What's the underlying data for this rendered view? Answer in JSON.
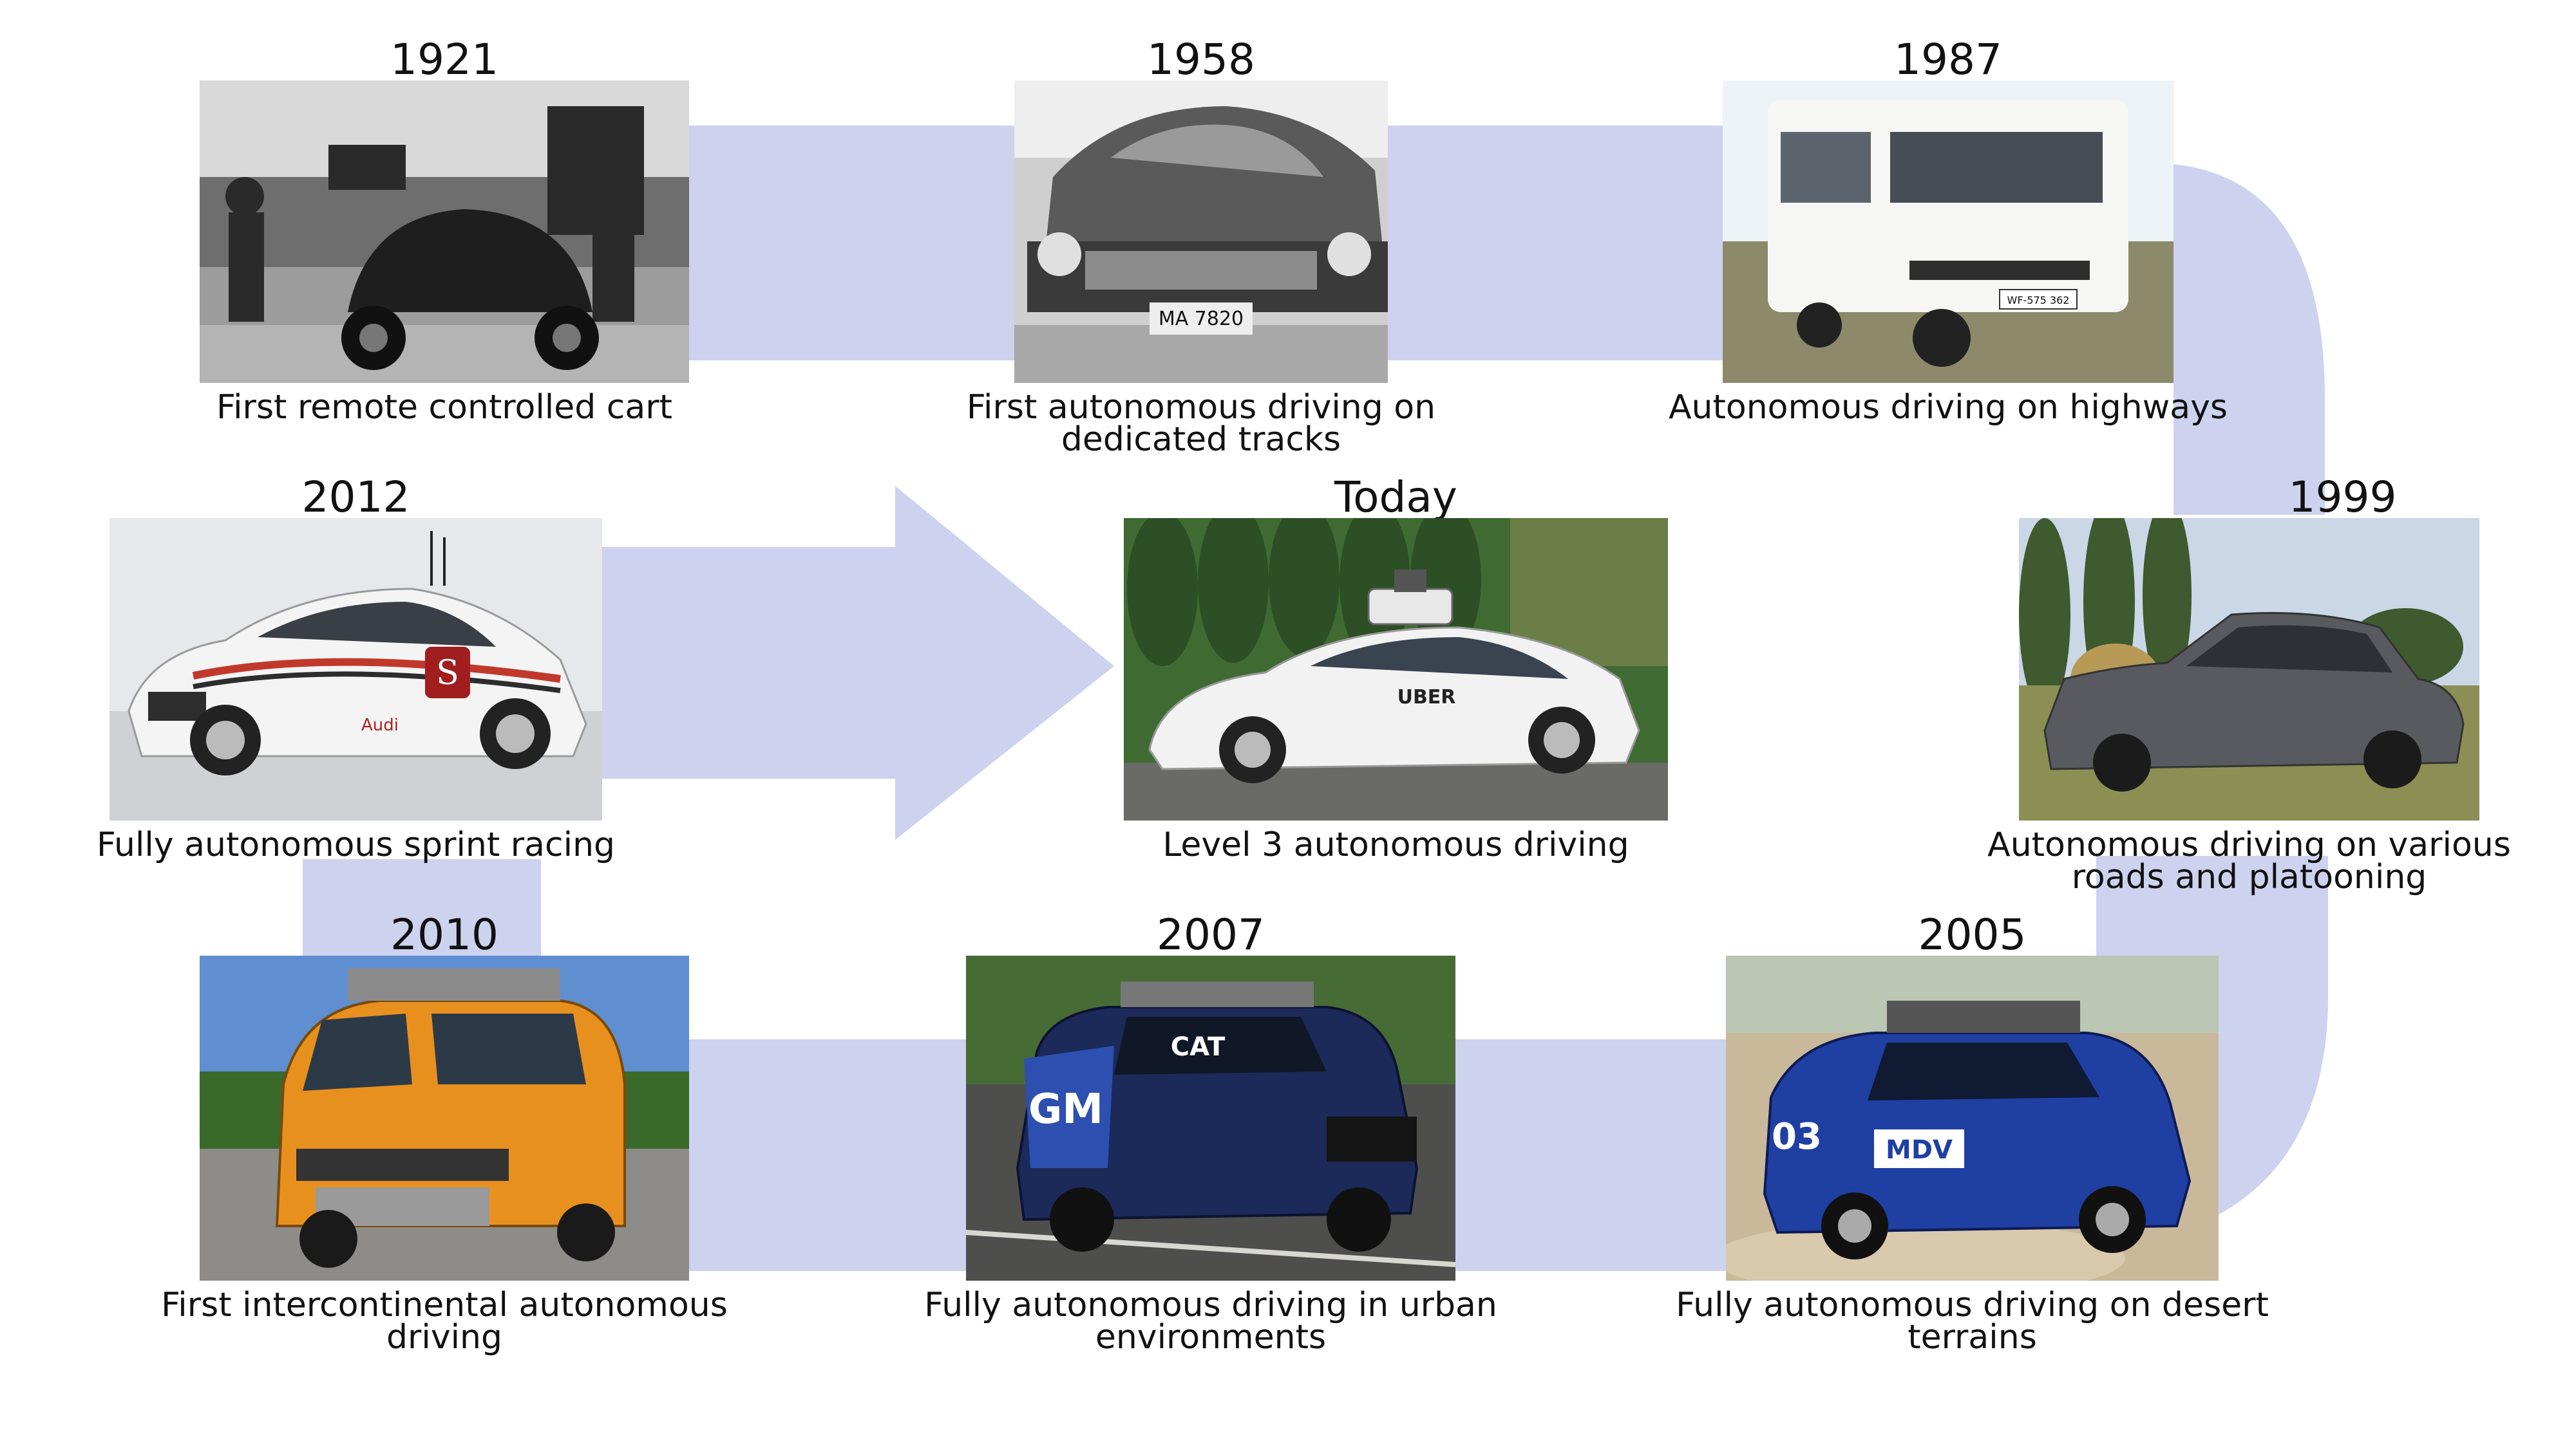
{
  "colors": {
    "flow": "#cdd2ef",
    "text": "#111111"
  },
  "milestones": {
    "m1921": {
      "year": "1921",
      "caption": "First remote controlled cart"
    },
    "m1958": {
      "year": "1958",
      "caption": "First autonomous driving on dedicated tracks"
    },
    "m1987": {
      "year": "1987",
      "caption": "Autonomous driving on highways"
    },
    "m1999": {
      "year": "1999",
      "caption": "Autonomous driving on various roads and platooning"
    },
    "m2005": {
      "year": "2005",
      "caption": "Fully autonomous driving on desert terrains"
    },
    "m2007": {
      "year": "2007",
      "caption": "Fully autonomous driving in urban environments"
    },
    "m2010": {
      "year": "2010",
      "caption": "First intercontinental autonomous driving"
    },
    "m2012": {
      "year": "2012",
      "caption": "Fully autonomous sprint racing"
    },
    "today": {
      "year": "Today",
      "caption": "Level 3 autonomous driving"
    }
  },
  "photo_labels": {
    "plate_1958": "MA 7820",
    "plate_1987": "WF-575 362",
    "brand_2012": "Audi",
    "logo_2012": "S",
    "brand_2007_gm": "GM",
    "brand_2007_cat": "CAT",
    "number_2005": "03",
    "sponsor_2005": "MDV",
    "brand_today": "UBER"
  }
}
